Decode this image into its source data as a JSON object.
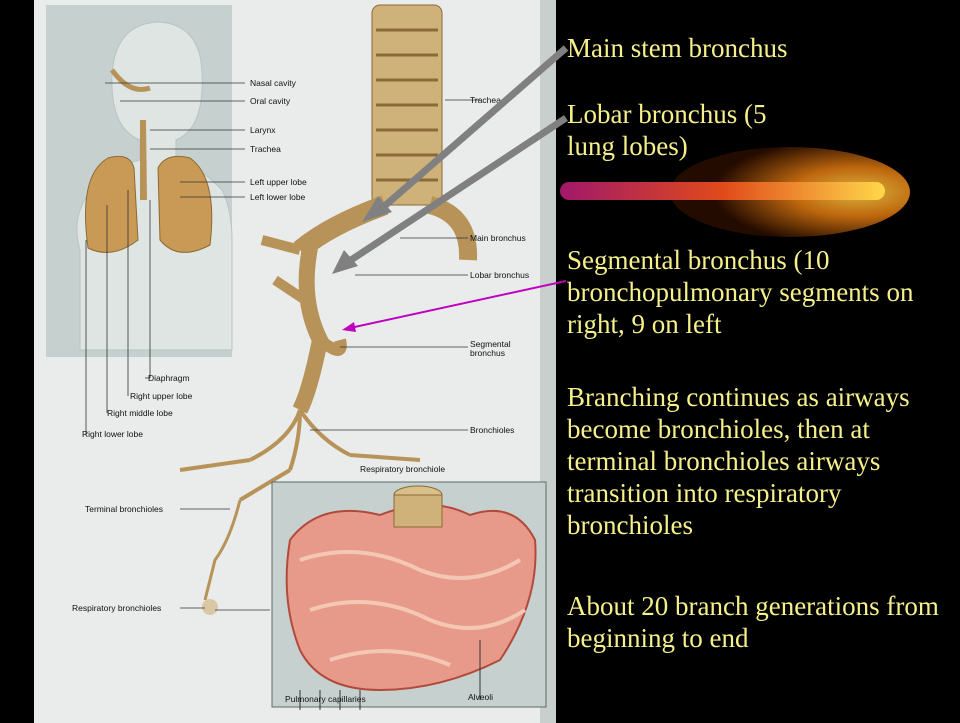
{
  "colors": {
    "background": "#000000",
    "bullet_text": "#f6f08a",
    "page": "#e9ecea",
    "panel": "#c6d1cf",
    "lung": "#c89a55",
    "airway": "#b7935a",
    "alveoli": "#e89a8a",
    "arrow_gray": "#808080",
    "arrow_magenta": "#c000c0"
  },
  "bullets": [
    "Main stem bronchus",
    "Lobar bronchus (5 lung lobes)",
    "Segmental bronchus (10 bronchopulmonary segments on right, 9 on left",
    "Branching continues as airways become bronchioles, then at terminal bronchioles airways transition into respiratory bronchioles",
    "About 20 branch generations from beginning to end"
  ],
  "figure_labels": {
    "nasal_cavity": "Nasal cavity",
    "oral_cavity": "Oral cavity",
    "larynx": "Larynx",
    "trachea_small": "Trachea",
    "left_upper_lobe": "Left upper lobe",
    "left_lower_lobe": "Left lower lobe",
    "diaphragm": "Diaphragm",
    "right_upper_lobe": "Right upper lobe",
    "right_middle_lobe": "Right middle lobe",
    "right_lower_lobe": "Right lower lobe",
    "trachea_main": "Trachea",
    "main_bronchus": "Main bronchus",
    "lobar_bronchus": "Lobar bronchus",
    "segmental_bronchus_1": "Segmental",
    "segmental_bronchus_2": "bronchus",
    "bronchioles": "Bronchioles",
    "respiratory_bronchiole": "Respiratory bronchiole",
    "terminal_bronchioles": "Terminal bronchioles",
    "respiratory_bronchioles": "Respiratory bronchioles",
    "pulmonary_capillaries": "Pulmonary capillaries",
    "alveoli": "Alveoli"
  }
}
